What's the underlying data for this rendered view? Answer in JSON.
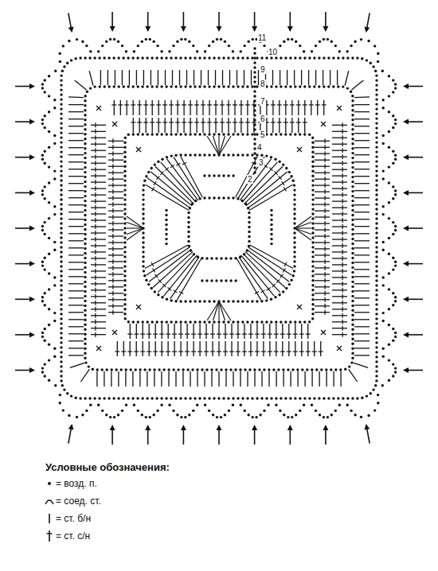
{
  "diagram": {
    "labels": [
      "11",
      "10",
      "9",
      "8",
      "7",
      "6",
      "5",
      "4",
      "3",
      "2",
      "Условные обозначения:"
    ],
    "legend": [
      {
        "text": "= возд. п."
      },
      {
        "text": "= соед. ст."
      },
      {
        "text": "= ст. б/н"
      },
      {
        "text": "= ст. с/н"
      }
    ]
  }
}
